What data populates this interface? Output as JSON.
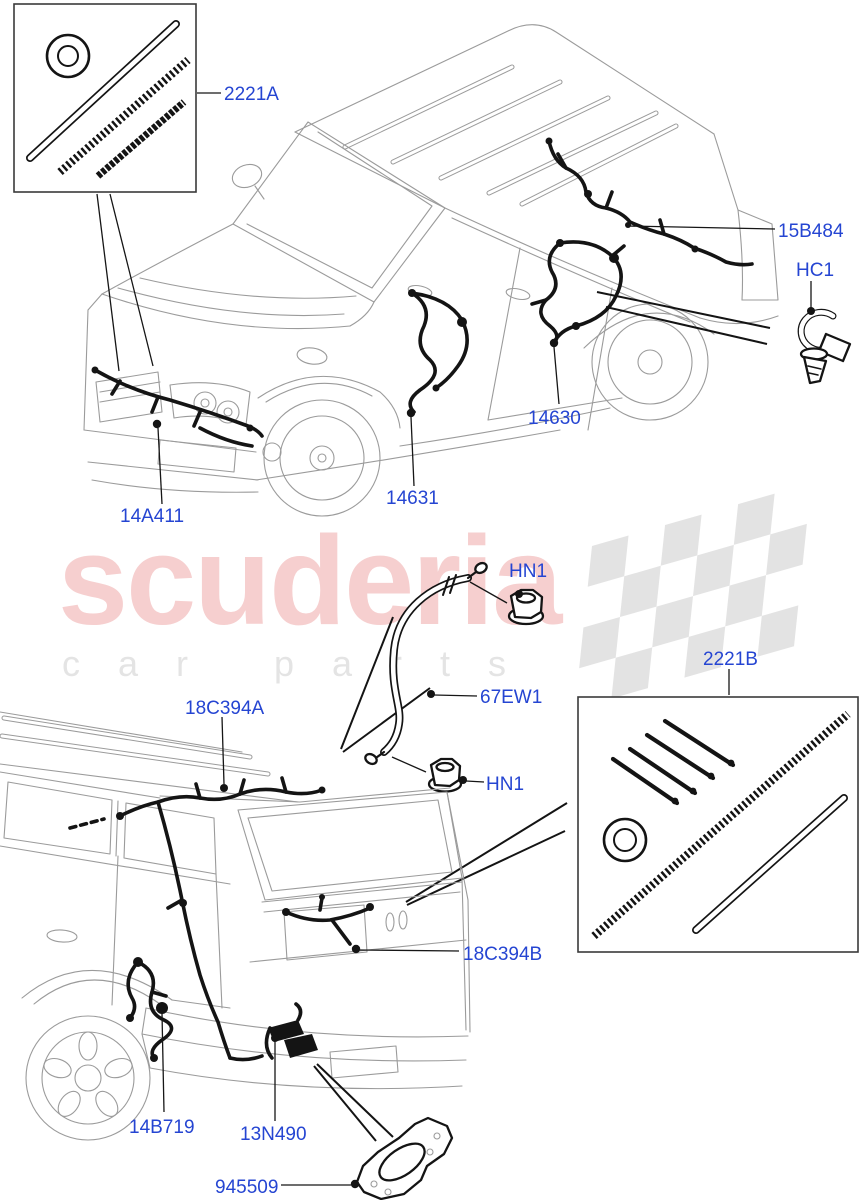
{
  "watermark": {
    "brand": "scuderia",
    "tagline": "car parts"
  },
  "colors": {
    "label_blue": "#2545D2",
    "watermark_pink": "#F6CFCF",
    "watermark_gray": "#E4E4E4",
    "checker_gray": "#DCDCDC",
    "sketch_gray": "#9B9B9B",
    "ink_black": "#141414",
    "background": "#FFFFFF"
  },
  "parts": {
    "front_kit": "2221A",
    "rear_kit": "2221B",
    "body_harness": "15B484",
    "clip": "HC1",
    "rear_door_harness": "14630",
    "front_door_harness": "14631",
    "front_bumper_harness": "14A411",
    "nut_upper": "HN1",
    "nut_lower": "HN1",
    "battery_cable": "67EW1",
    "roof_harness": "18C394A",
    "tailgate_harness": "18C394B",
    "quarter_harness": "14B719",
    "connector": "13N490",
    "bracket": "945509"
  }
}
